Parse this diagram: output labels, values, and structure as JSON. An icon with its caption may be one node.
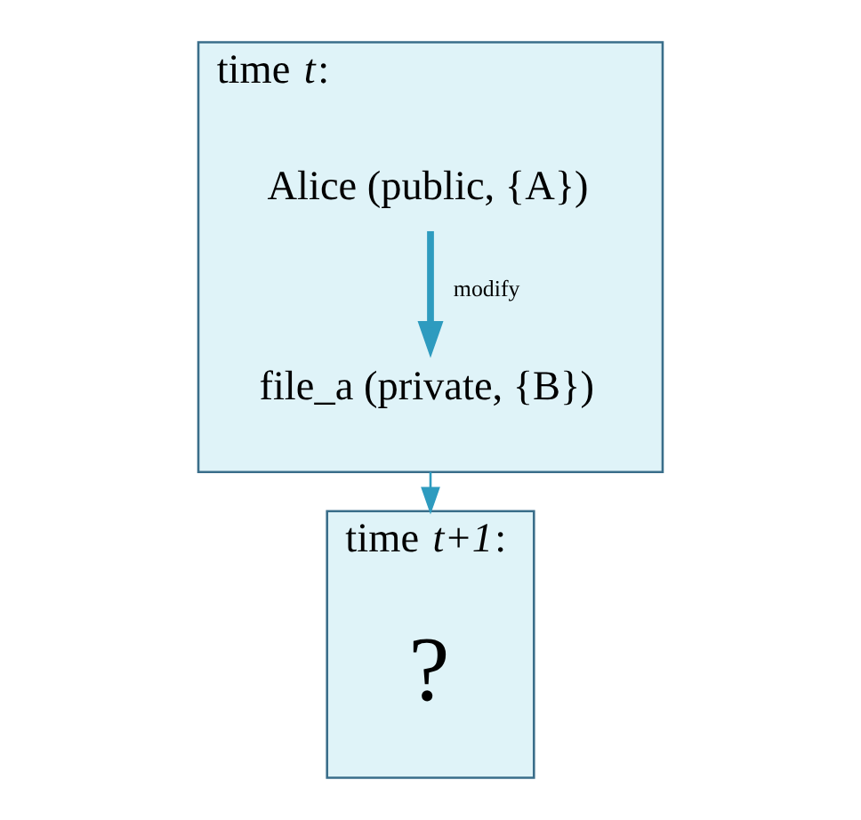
{
  "diagram": {
    "nodes": [
      {
        "text": [
          "time *t*:"
        ]
      },
      {
        "text": [
          "Alice (public, {A})"
        ],
        "in": 0
      },
      {
        "text": [
          "file_a (private, {B})"
        ],
        "in": 0
      },
      {
        "text": [
          "time *t+1*:"
        ]
      },
      {
        "text": [
          "?"
        ],
        "in": 3
      }
    ],
    "edges": [
      {
        "from": 1,
        "to": 2,
        "arrow": "to",
        "label": "modify",
        "style": "thick"
      },
      {
        "from": 0,
        "to": 3,
        "arrow": "to"
      }
    ]
  }
}
